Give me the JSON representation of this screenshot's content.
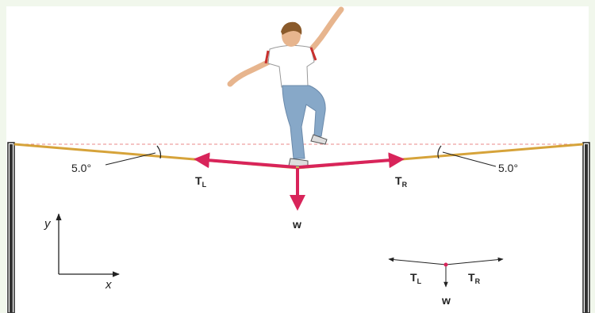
{
  "diagram": {
    "angle_left": "5.0°",
    "angle_right": "5.0°",
    "tension_left": {
      "main": "T",
      "sub": "L"
    },
    "tension_right": {
      "main": "T",
      "sub": "R"
    },
    "weight": "w",
    "fbd_tension_left": {
      "main": "T",
      "sub": "L"
    },
    "fbd_tension_right": {
      "main": "T",
      "sub": "R"
    },
    "fbd_weight": "w",
    "axis_y": "y",
    "axis_x": "x"
  },
  "colors": {
    "rope": "#d6a33a",
    "force": "#d8245a",
    "dashed": "#e88a8a",
    "background_box": "#ffffff",
    "page": "#f1f7ec"
  }
}
